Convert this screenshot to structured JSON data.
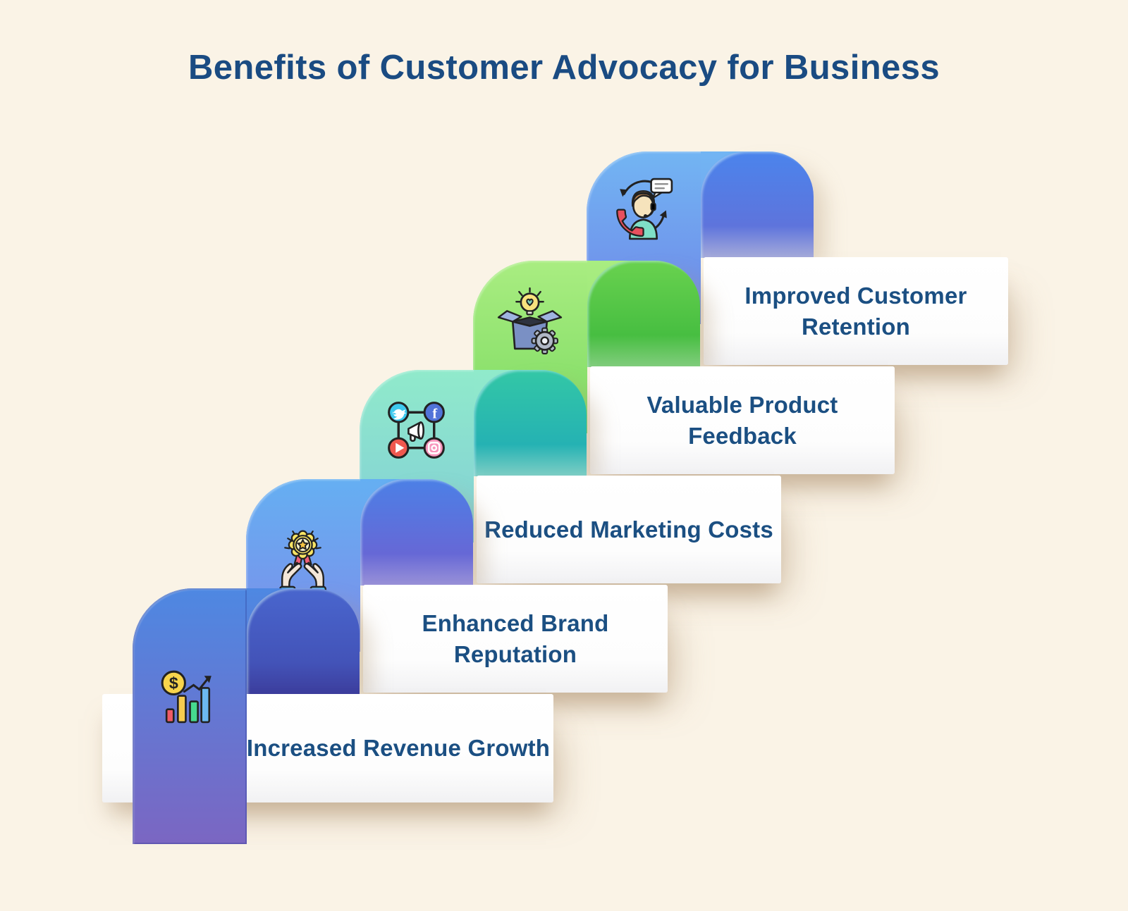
{
  "page": {
    "background": "#FAF3E6"
  },
  "title": {
    "text": "Benefits of Customer Advocacy for Business",
    "color": "#1A4B82"
  },
  "label_text_color": "#1B4F82",
  "steps": [
    {
      "label": "Improved Customer Retention",
      "icon": "customer-retention-icon",
      "colors": {
        "front_top": "#72B5F3",
        "front_mid": "#719FEE",
        "front_bottom": "#6F86E8",
        "side_top": "#4B84EC",
        "side_mid": "#5E74DC",
        "side_bottom": "#A6ABDA"
      }
    },
    {
      "label": "Valuable Product Feedback",
      "icon": "product-feedback-icon",
      "colors": {
        "front_top": "#A9ED81",
        "front_mid": "#96E573",
        "front_bottom": "#7EDB63",
        "side_top": "#69D24F",
        "side_mid": "#47BE41",
        "side_bottom": "#82CD7E"
      }
    },
    {
      "label": "Reduced Marketing Costs",
      "icon": "social-media-marketing-icon",
      "colors": {
        "front_top": "#90EACB",
        "front_mid": "#8ADCD1",
        "front_bottom": "#82CED6",
        "side_top": "#33C7A6",
        "side_mid": "#25B2B3",
        "side_bottom": "#7FCEC5"
      }
    },
    {
      "label": "Enhanced Brand Reputation",
      "icon": "brand-reputation-icon",
      "colors": {
        "front_top": "#65AFF2",
        "front_mid": "#719EEE",
        "front_bottom": "#7D8CE9",
        "side_top": "#4C80E6",
        "side_mid": "#6668D6",
        "side_bottom": "#9A92D8"
      }
    },
    {
      "label": "Increased Revenue Growth",
      "icon": "revenue-growth-icon",
      "colors": {
        "front_top": "#4E88E2",
        "front_mid": "#6277D2",
        "front_bottom": "#7B66C2",
        "side_top": "#4966CE",
        "side_mid": "#4353B8",
        "side_bottom": "#3C3D9C"
      }
    }
  ]
}
